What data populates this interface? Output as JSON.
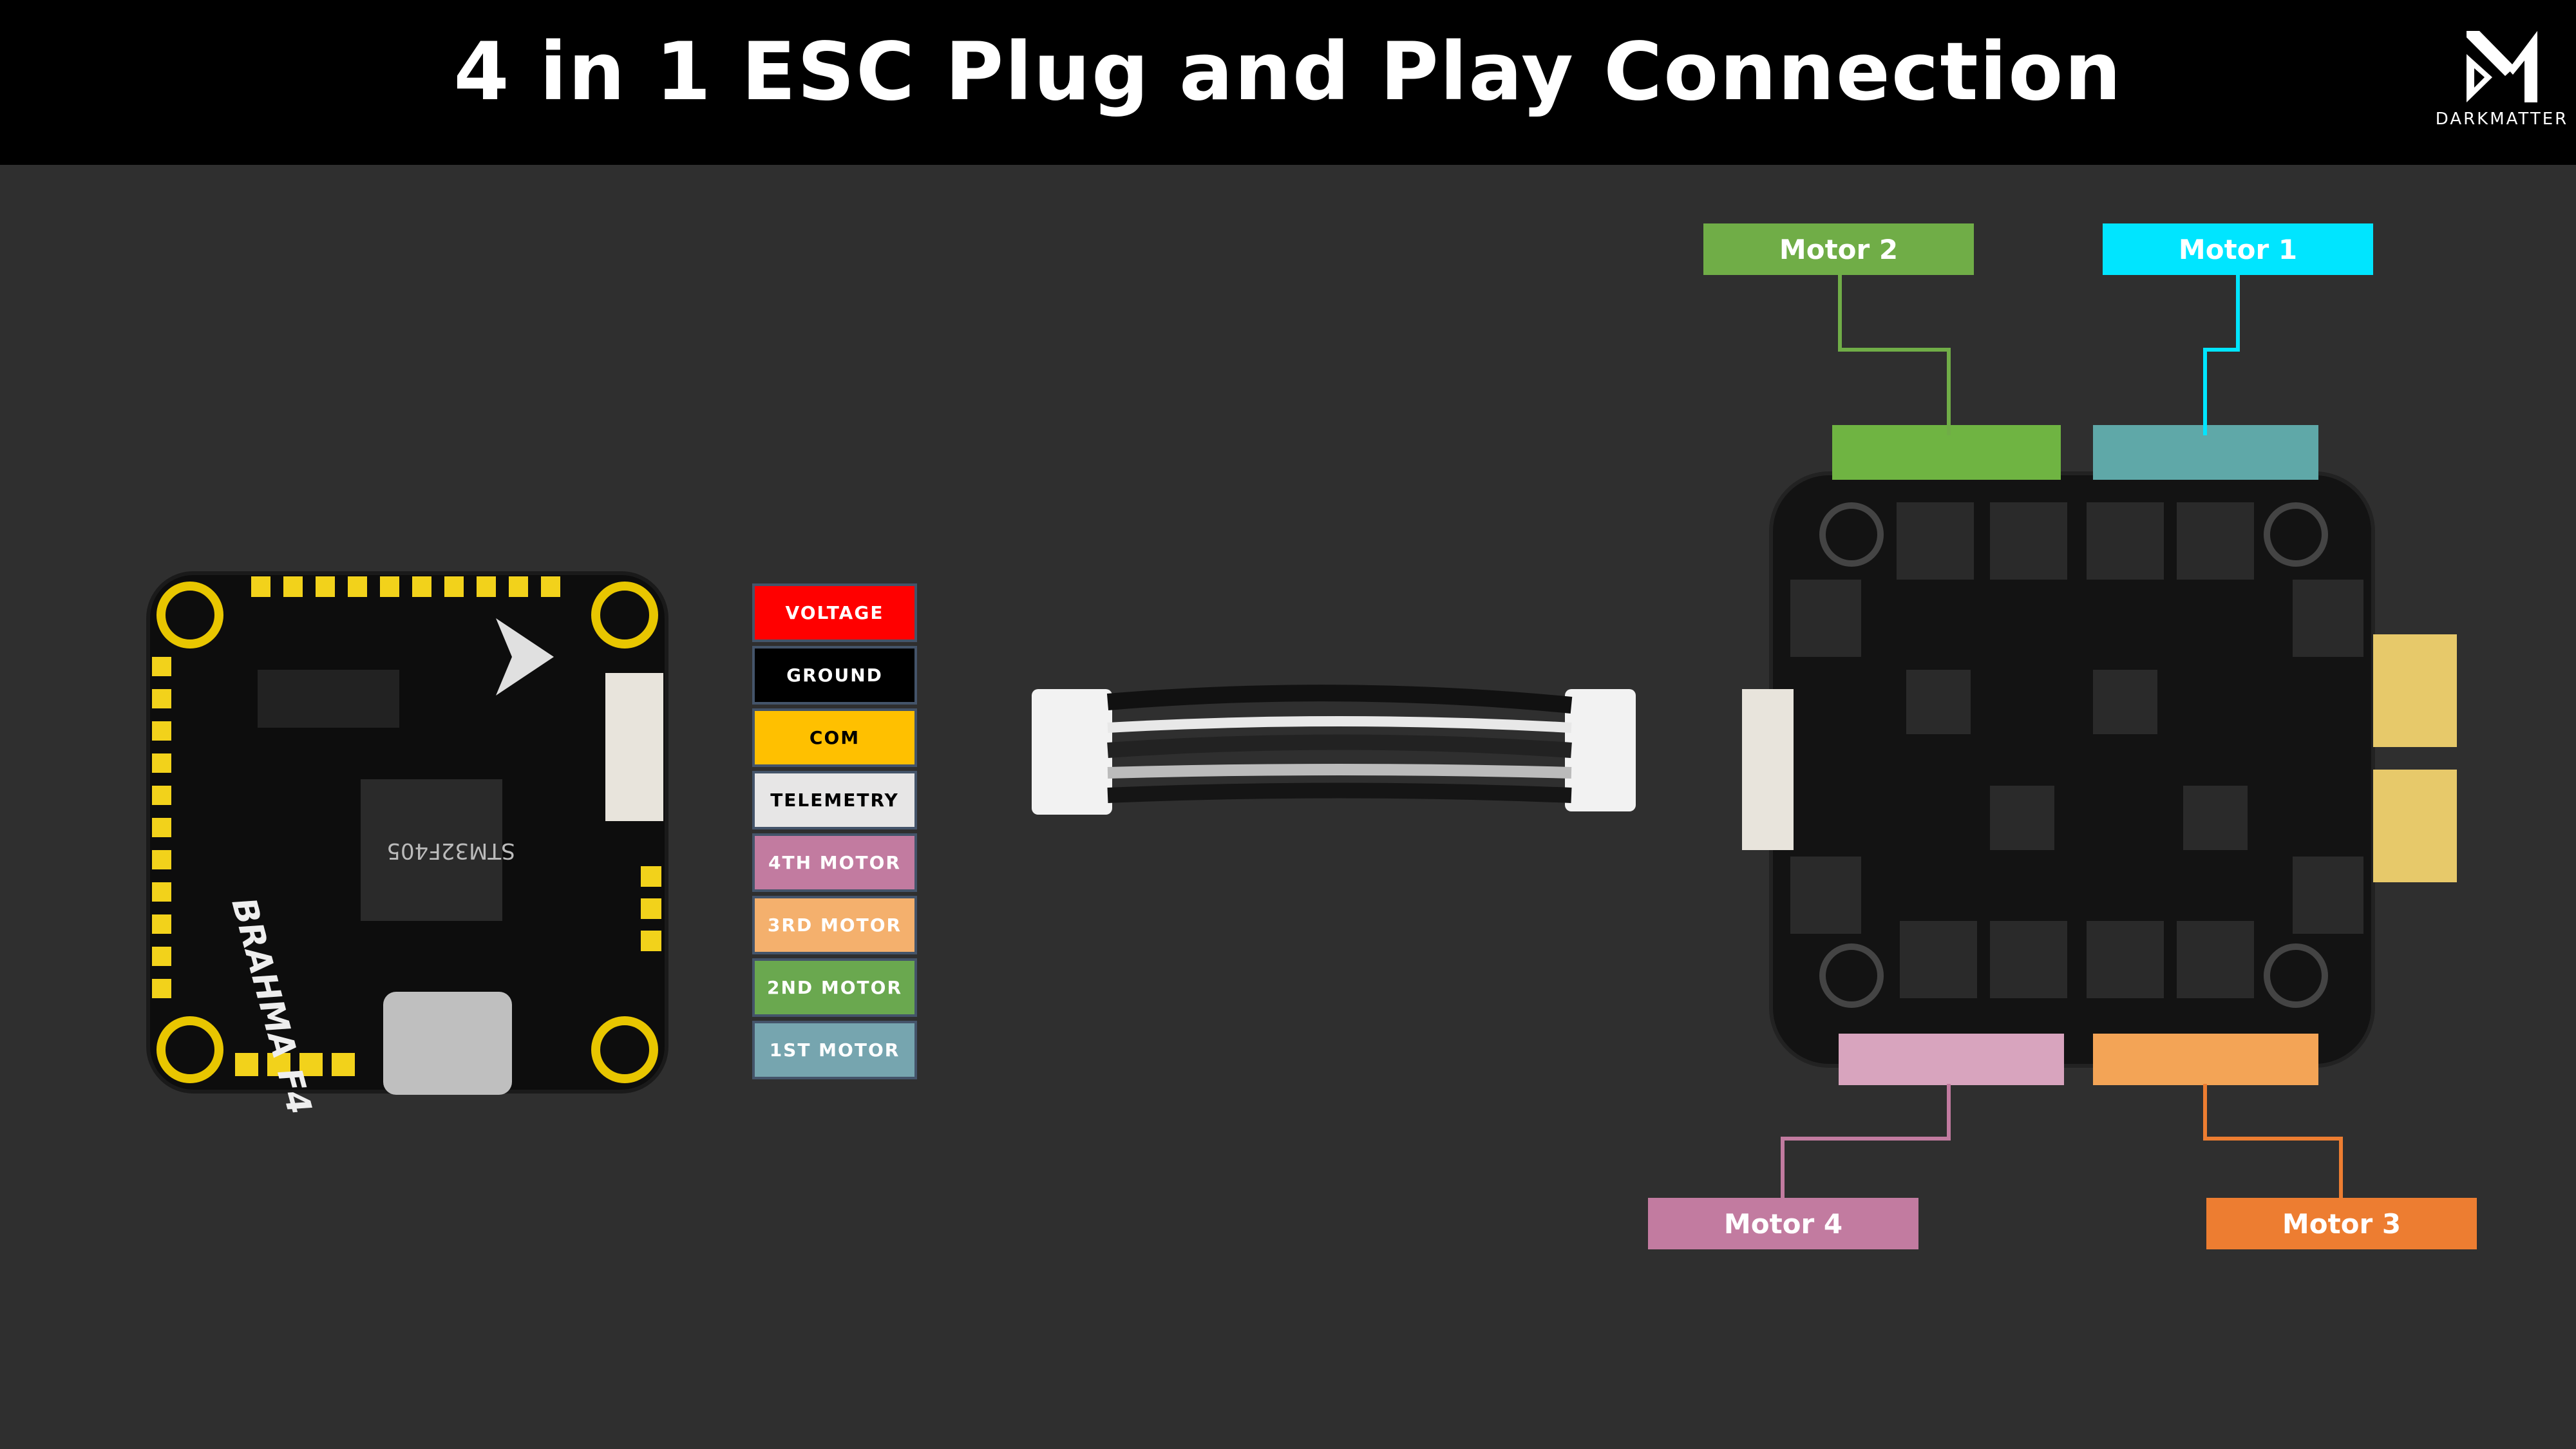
{
  "header": {
    "title": "4 in 1 ESC Plug and Play Connection"
  },
  "logo": {
    "text": "DARKMATTER"
  },
  "legend": [
    {
      "label": "VOLTAGE",
      "color": "#ff0000",
      "text_color": "#ffffff"
    },
    {
      "label": "GROUND",
      "color": "#000000",
      "text_color": "#ffffff"
    },
    {
      "label": "COM",
      "color": "#ffc000",
      "text_color": "#000000"
    },
    {
      "label": "TELEMETRY",
      "color": "#e7e6e6",
      "text_color": "#000000"
    },
    {
      "label": "4TH MOTOR",
      "color": "#c27ba0",
      "text_color": "#ffffff"
    },
    {
      "label": "3RD MOTOR",
      "color": "#f4b06d",
      "text_color": "#ffffff"
    },
    {
      "label": "2ND MOTOR",
      "color": "#6aa84f",
      "text_color": "#ffffff"
    },
    {
      "label": "1ST MOTOR",
      "color": "#76a5af",
      "text_color": "#ffffff"
    }
  ],
  "flight_controller": {
    "brand_text": "BRAHMA F4",
    "chip_text": "STM32F405"
  },
  "motors": [
    {
      "label": "Motor 2",
      "color": "#70ad47"
    },
    {
      "label": "Motor 1",
      "color": "#00e5ff"
    },
    {
      "label": "Motor 4",
      "color": "#c27ba0"
    },
    {
      "label": "Motor 3",
      "color": "#ed7d31"
    }
  ]
}
